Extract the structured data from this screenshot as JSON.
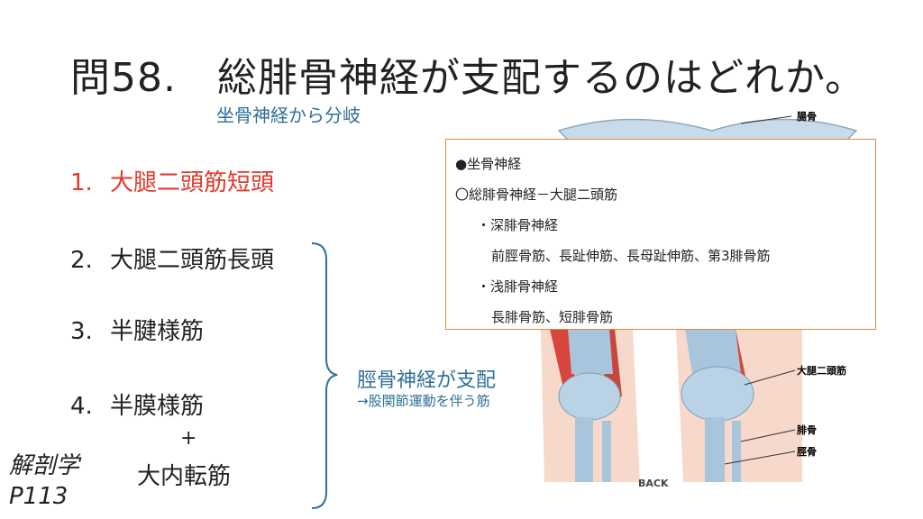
{
  "question": {
    "title": "問58.　総腓骨神経が支配するのはどれか。",
    "subtitle": "坐骨神経から分岐"
  },
  "options": [
    {
      "number": "1.",
      "text": "大腿二頭筋短頭",
      "color": "#e03a2e"
    },
    {
      "number": "2.",
      "text": "大腿二頭筋長頭"
    },
    {
      "number": "3.",
      "text": "半腱様筋"
    },
    {
      "number": "4.",
      "text": "半膜様筋"
    }
  ],
  "option4_extra": {
    "plus": "+",
    "text": "大内転筋"
  },
  "annotation": {
    "title": "脛骨神経が支配",
    "subtitle": "→股関節運動を伴う筋"
  },
  "reference": {
    "line1": "解剖学",
    "line2": "P113"
  },
  "infobox": {
    "line1": "●坐骨神経",
    "line2": "〇総腓骨神経－大腿二頭筋",
    "line3": "・深腓骨神経",
    "line4": "前脛骨筋、長趾伸筋、長母趾伸筋、第3腓骨筋",
    "line5": "・浅腓骨神経",
    "line6": "長腓骨筋、短腓骨筋"
  },
  "figure": {
    "label_ilium": "腸骨",
    "label_biceps": "大腿二頭筋",
    "label_fibula": "腓骨",
    "label_tibia": "脛骨",
    "label_back": "BACK"
  },
  "colors": {
    "accent_red": "#e03a2e",
    "accent_blue": "#2f6f99",
    "box_border": "#e08a3c"
  }
}
